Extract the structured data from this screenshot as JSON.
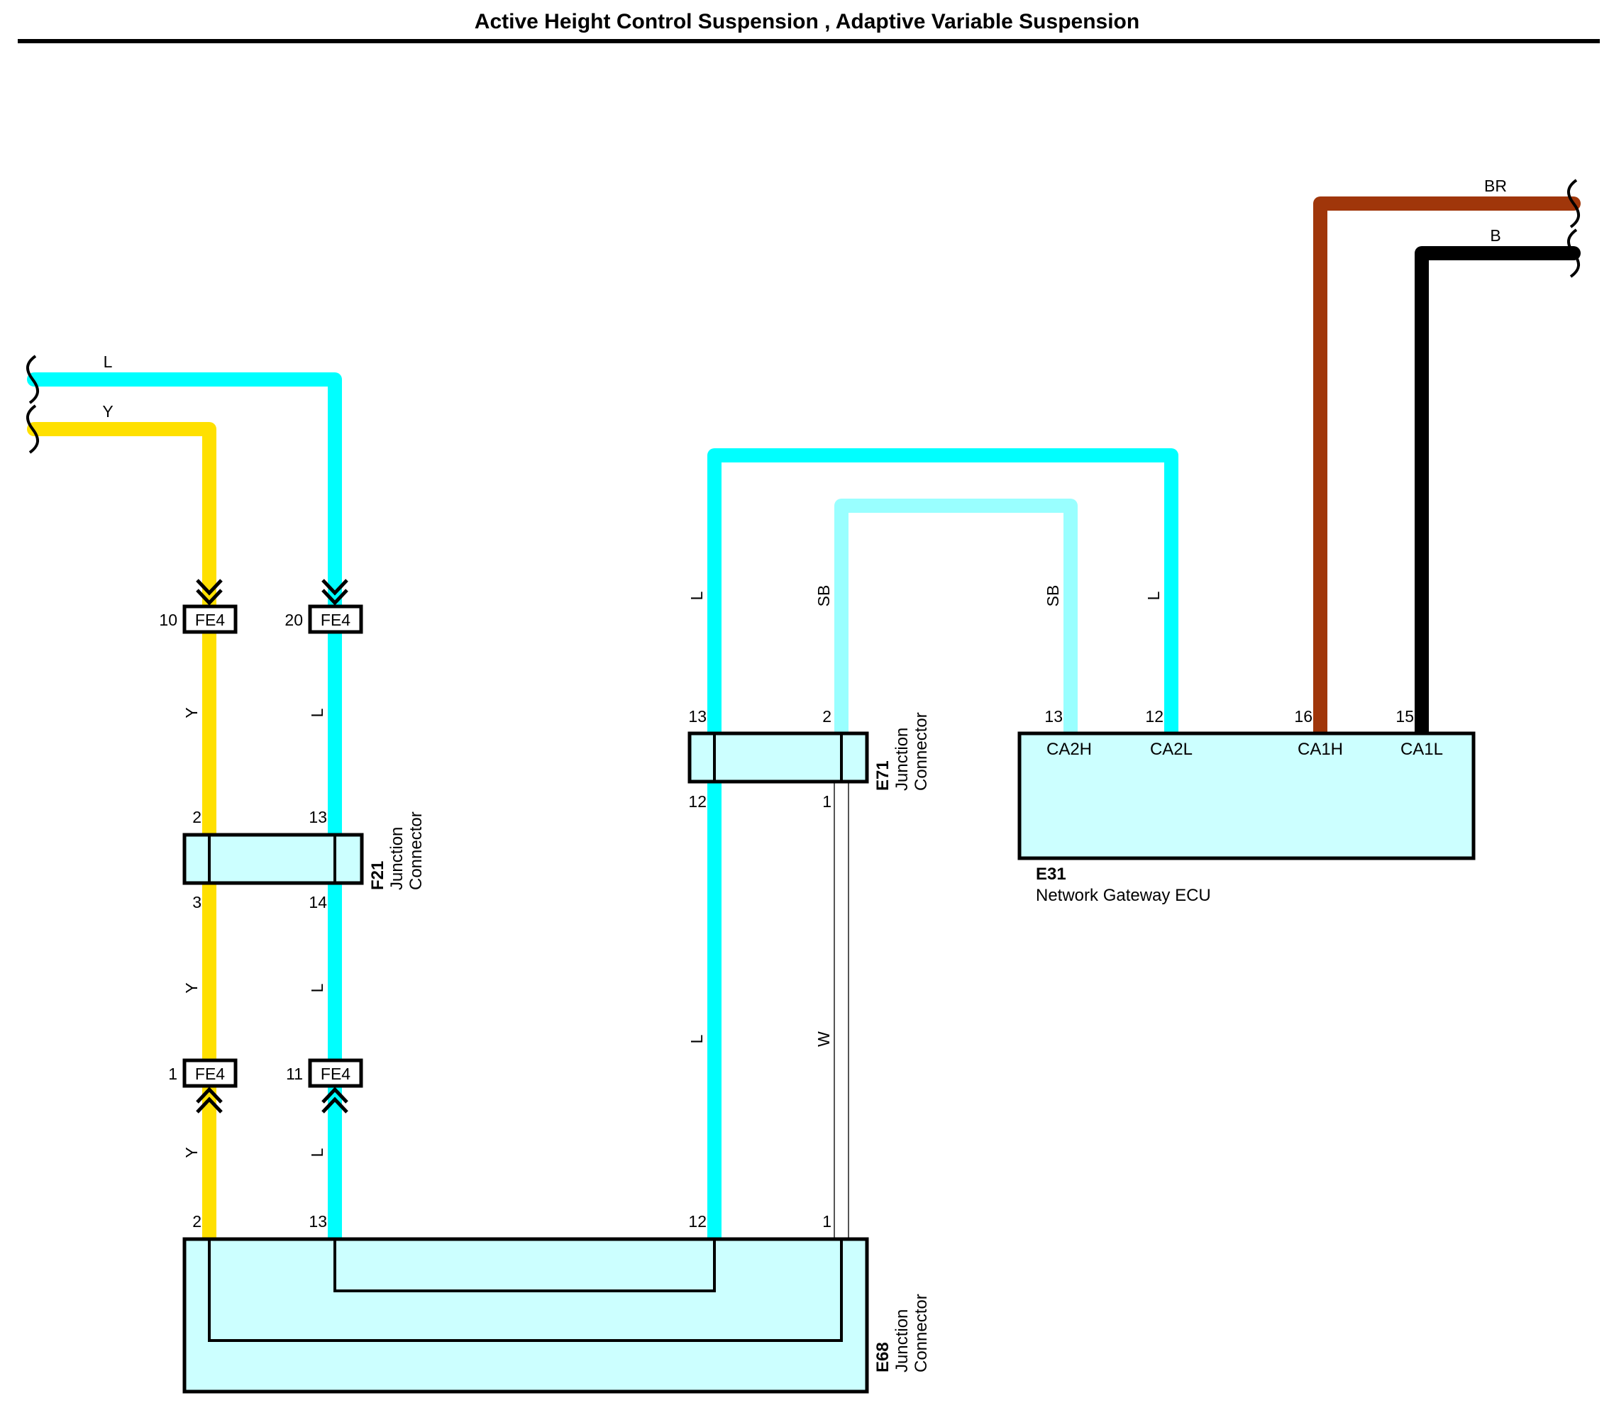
{
  "title": "Active Height Control Suspension , Adaptive Variable Suspension",
  "colors": {
    "L": "#00ffff",
    "Y": "#ffe000",
    "SB": "#99ffff",
    "BR": "#a0360a",
    "B": "#000000",
    "W": "#ffffff",
    "connector_fill": "#ccffff"
  },
  "wires": {
    "left_L": "L",
    "left_Y": "Y",
    "fe4_y_upper": "Y",
    "fe4_l_upper": "L",
    "f21_y_lower": "Y",
    "f21_l_lower": "L",
    "e68_y": "Y",
    "e68_l": "L",
    "e71_l_upper": "L",
    "e71_sb_upper": "SB",
    "ecu_sb": "SB",
    "ecu_l": "L",
    "e71_l_lower": "L",
    "e71_w_lower": "W",
    "top_br": "BR",
    "top_b": "B"
  },
  "connectors": {
    "fe4_a": {
      "label": "FE4",
      "pin": "10"
    },
    "fe4_b": {
      "label": "FE4",
      "pin": "20"
    },
    "fe4_c": {
      "label": "FE4",
      "pin": "1"
    },
    "fe4_d": {
      "label": "FE4",
      "pin": "11"
    },
    "f21": {
      "id": "F21",
      "desc1": "Junction",
      "desc2": "Connector",
      "pin_tl": "2",
      "pin_tr": "13",
      "pin_bl": "3",
      "pin_br": "14"
    },
    "e71": {
      "id": "E71",
      "desc1": "Junction",
      "desc2": "Connector",
      "pin_tl": "13",
      "pin_tr": "2",
      "pin_bl": "12",
      "pin_br": "1"
    },
    "e68": {
      "id": "E68",
      "desc1": "Junction",
      "desc2": "Connector",
      "pin_a": "2",
      "pin_b": "13",
      "pin_c": "12",
      "pin_d": "1"
    },
    "e31": {
      "id": "E31",
      "desc": "Network Gateway ECU",
      "terminals": [
        {
          "pin": "13",
          "name": "CA2H"
        },
        {
          "pin": "12",
          "name": "CA2L"
        },
        {
          "pin": "16",
          "name": "CA1H"
        },
        {
          "pin": "15",
          "name": "CA1L"
        }
      ]
    }
  }
}
